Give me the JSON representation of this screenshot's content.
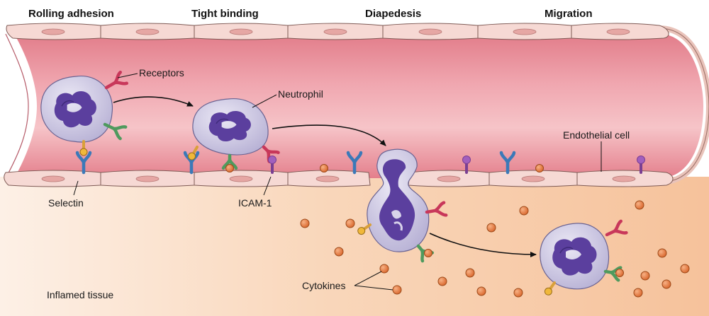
{
  "stages": {
    "rolling": "Rolling adhesion",
    "tight": "Tight binding",
    "diapedesis": "Diapedesis",
    "migration": "Migration"
  },
  "labels": {
    "receptors": "Receptors",
    "neutrophil": "Neutrophil",
    "endothelial_cell": "Endothelial cell",
    "selectin": "Selectin",
    "icam": "ICAM-1",
    "cytokines": "Cytokines",
    "inflamed_tissue": "Inflamed tissue"
  },
  "colors": {
    "vessel_lumen": "#e98a96",
    "endothelium": "#f6d9d4",
    "tissue": "#f7c9a4",
    "neutrophil_body": "#c9c4de",
    "nucleus": "#5b3f9e",
    "cytokine": "#e87d3e",
    "receptor_red": "#c8375a",
    "receptor_green": "#4f9a5e",
    "selectin_blue": "#3b79b8",
    "icam_purple": "#8a4fa0"
  }
}
